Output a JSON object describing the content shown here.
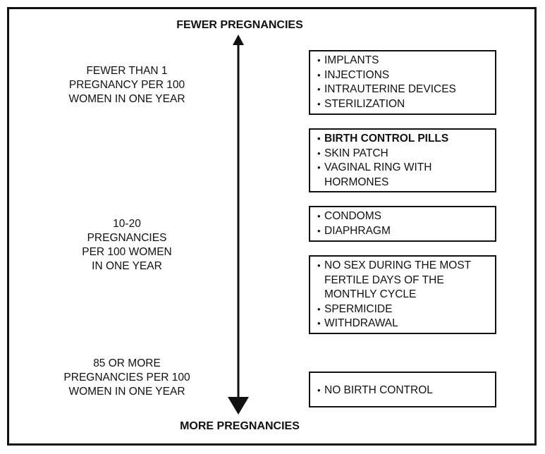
{
  "axis": {
    "top_label": "FEWER PREGNANCIES",
    "bottom_label": "MORE PREGNANCIES"
  },
  "left_labels": [
    {
      "lines": [
        "FEWER THAN 1",
        "PREGNANCY PER 100",
        "WOMEN IN ONE YEAR"
      ]
    },
    {
      "lines": [
        "10-20",
        "PREGNANCIES",
        "PER 100 WOMEN",
        "IN ONE YEAR"
      ]
    },
    {
      "lines": [
        "85 OR MORE",
        "PREGNANCIES PER 100",
        "WOMEN IN ONE YEAR"
      ]
    }
  ],
  "boxes": [
    {
      "items": [
        {
          "text": "IMPLANTS"
        },
        {
          "text": "INJECTIONS"
        },
        {
          "text": "INTRAUTERINE DEVICES"
        },
        {
          "text": "STERILIZATION"
        }
      ]
    },
    {
      "items": [
        {
          "text": "BIRTH CONTROL PILLS",
          "bold": true
        },
        {
          "text": "SKIN PATCH"
        },
        {
          "text": "VAGINAL RING WITH HORMONES"
        }
      ]
    },
    {
      "items": [
        {
          "text": "CONDOMS"
        },
        {
          "text": "DIAPHRAGM"
        }
      ]
    },
    {
      "items": [
        {
          "text": "NO SEX DURING THE MOST FERTILE DAYS OF THE MONTHLY CYCLE"
        },
        {
          "text": "SPERMICIDE"
        },
        {
          "text": "WITHDRAWAL"
        }
      ]
    },
    {
      "items": [
        {
          "text": "NO BIRTH CONTROL"
        }
      ]
    }
  ],
  "bullet_symbol": "•"
}
